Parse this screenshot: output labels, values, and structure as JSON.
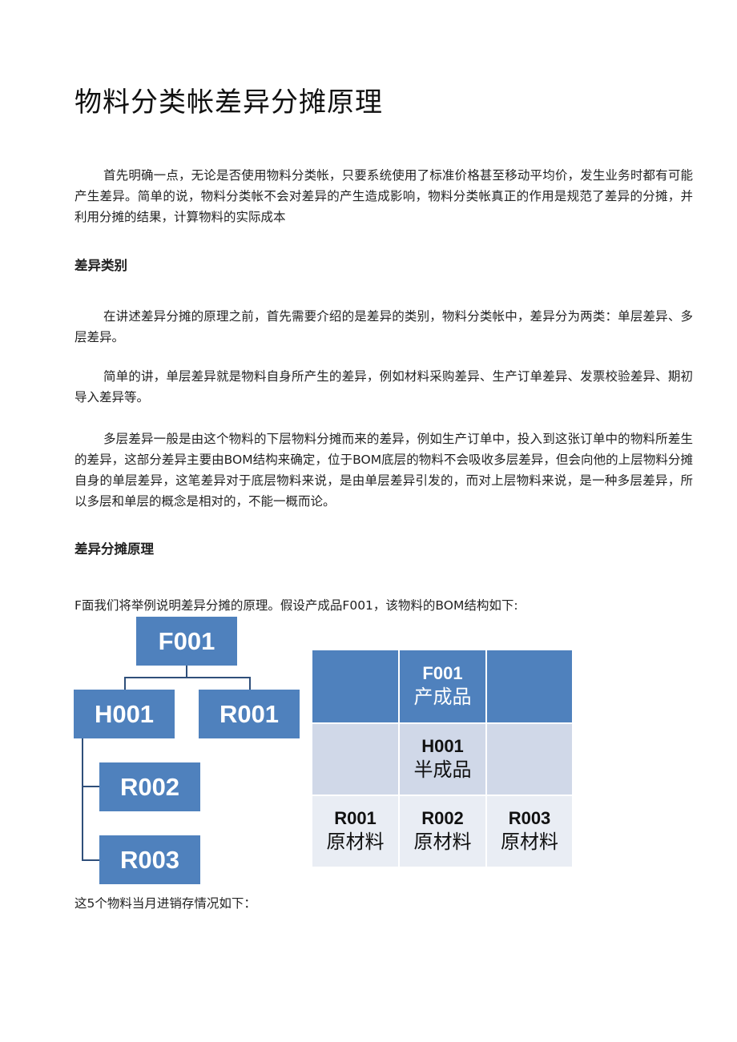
{
  "doc": {
    "title": "物料分类帐差异分摊原理",
    "intro": "首先明确一点，无论是否使用物料分类帐，只要系统使用了标准价格甚至移动平均价，发生业务时都有可能产生差异。简单的说，物料分类帐不会对差异的产生造成影响，物料分类帐真正的作用是规范了差异的分摊，并利用分摊的结果，计算物料的实际成本",
    "section1_heading": "差异类别",
    "section1_p1": "在讲述差异分摊的原理之前，首先需要介绍的是差异的类别，物料分类帐中，差异分为两类：单层差异、多层差异。",
    "section1_p2": "简单的讲，单层差异就是物料自身所产生的差异，例如材料采购差异、生产订单差异、发票校验差异、期初导入差异等。",
    "section1_p3": "多层差异一般是由这个物料的下层物料分摊而来的差异，例如生产订单中，投入到这张订单中的物料所差生的差异，这部分差异主要由BOM结构来确定，位于BOM底层的物料不会吸收多层差异，但会向他的上层物料分摊自身的单层差异，这笔差异对于底层物料来说，是由单层差异引发的，而对上层物料来说，是一种多层差异，所以多层和单层的概念是相对的，不能一概而论。",
    "section2_heading": "差异分摊原理",
    "section2_intro": "F面我们将举例说明差异分摊的原理。假设产成品F001，该物料的BOM结构如下:",
    "outro": "这5个物料当月进销存情况如下："
  },
  "tree": {
    "root": "F001",
    "level2": [
      "H001",
      "R001"
    ],
    "level3": [
      "R002",
      "R003"
    ]
  },
  "table": {
    "rows": [
      [
        {
          "code": "",
          "type": ""
        },
        {
          "code": "F001",
          "type": "产成品"
        },
        {
          "code": "",
          "type": ""
        }
      ],
      [
        {
          "code": "",
          "type": ""
        },
        {
          "code": "H001",
          "type": "半成品"
        },
        {
          "code": "",
          "type": ""
        }
      ],
      [
        {
          "code": "R001",
          "type": "原材料"
        },
        {
          "code": "R002",
          "type": "原材料"
        },
        {
          "code": "R003",
          "type": "原材料"
        }
      ]
    ]
  },
  "colors": {
    "node_fill": "#4f81bd",
    "connector": "#2f4f7a",
    "table_row_0": "#4f81bd",
    "table_row_1": "#d0d8e8",
    "table_row_2": "#e9edf4"
  }
}
